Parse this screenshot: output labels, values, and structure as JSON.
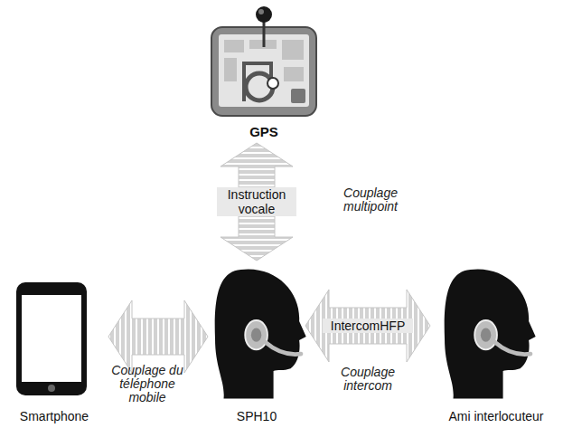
{
  "diagram": {
    "nodes": [
      {
        "text": [
          "GPS"
        ]
      },
      {
        "text": [
          "Smartphone"
        ]
      },
      {
        "text": [
          "SPH10"
        ]
      },
      {
        "text": [
          "Ami interlocuteur"
        ]
      }
    ],
    "edges": [
      {
        "from": 2,
        "to": 0,
        "arrow": "both",
        "label": "Instruction vocale"
      },
      {
        "from": 1,
        "to": 2,
        "arrow": "both"
      },
      {
        "from": 2,
        "to": 3,
        "arrow": "both",
        "label": "IntercomHFP"
      }
    ],
    "labels": [
      "Couplage multipoint",
      "Couplage du téléphone mobile",
      "Couplage intercom"
    ]
  }
}
